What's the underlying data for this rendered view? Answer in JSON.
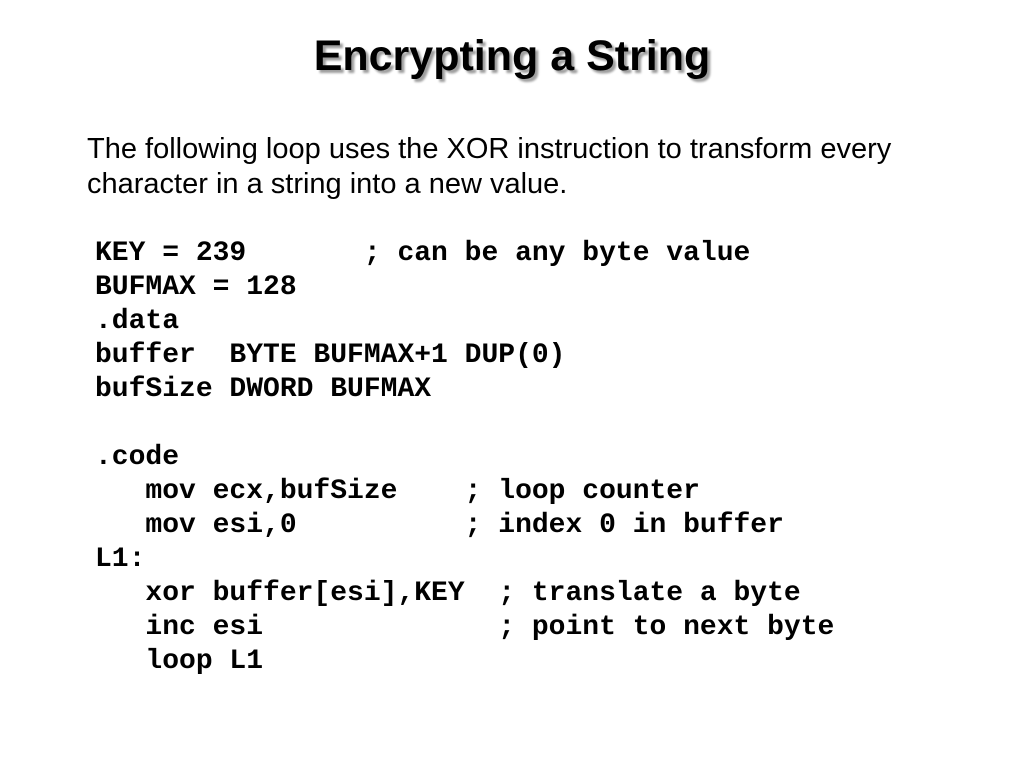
{
  "title": {
    "text": "Encrypting a String"
  },
  "body": {
    "text": "The following loop uses the XOR instruction to transform every\ncharacter in a string into a new value."
  },
  "code": {
    "lines": [
      "KEY = 239       ; can be any byte value",
      "BUFMAX = 128",
      ".data",
      "buffer  BYTE BUFMAX+1 DUP(0)",
      "bufSize DWORD BUFMAX",
      "",
      ".code",
      "   mov ecx,bufSize    ; loop counter",
      "   mov esi,0          ; index 0 in buffer",
      "L1:",
      "   xor buffer[esi],KEY  ; translate a byte",
      "   inc esi              ; point to next byte",
      "   loop L1"
    ]
  },
  "colors": {
    "background": "#ffffff",
    "text": "#000000",
    "title_shadow": "#9e9e9e"
  }
}
